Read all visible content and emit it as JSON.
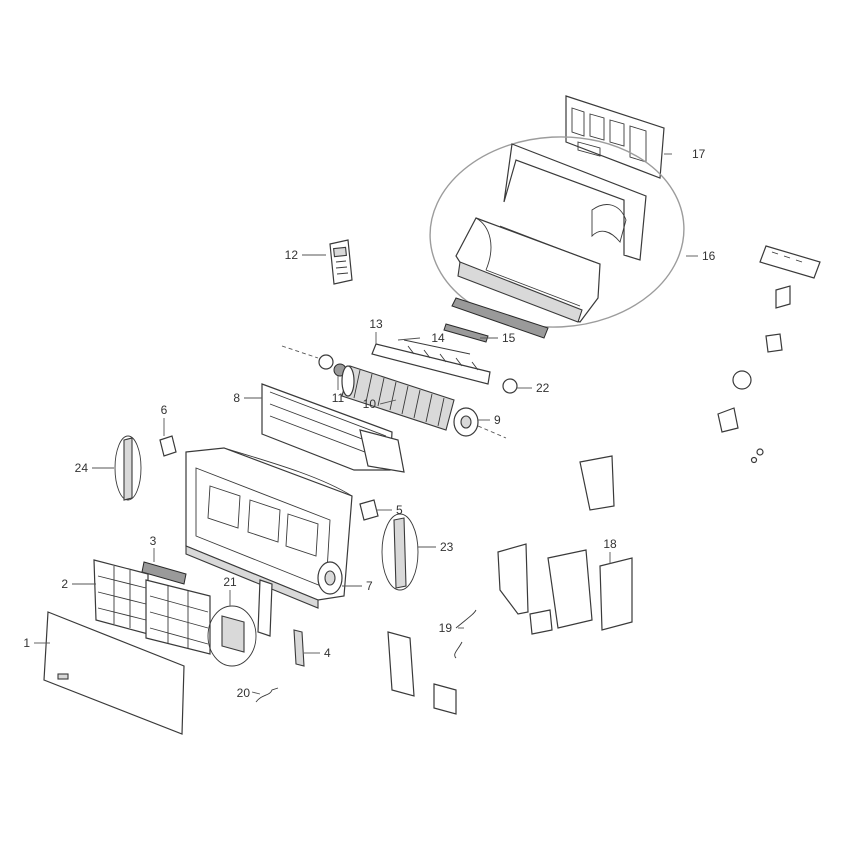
{
  "diagram": {
    "callouts": [
      "1",
      "2",
      "3",
      "4",
      "5",
      "6",
      "7",
      "8",
      "9",
      "10",
      "11",
      "12",
      "13",
      "14",
      "15",
      "16",
      "17",
      "18",
      "19",
      "20",
      "21",
      "22",
      "23",
      "24"
    ],
    "colors": {
      "line": "#3a3a3a",
      "highlight_ellipse": "#9c9c9c",
      "background": "#ffffff"
    }
  }
}
